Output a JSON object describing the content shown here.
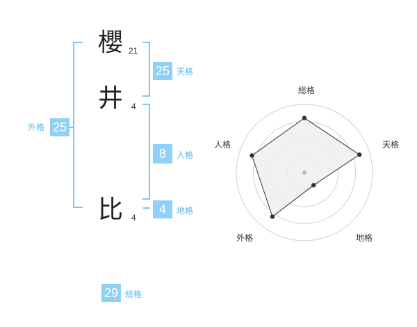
{
  "name": {
    "chars": [
      {
        "char": "櫻",
        "strokes": "21"
      },
      {
        "char": "井",
        "strokes": "4"
      },
      {
        "char": "比",
        "strokes": "4"
      }
    ]
  },
  "kaku": {
    "tenkaku": {
      "value": "25",
      "label": "天格"
    },
    "jinkaku": {
      "value": "8",
      "label": "人格"
    },
    "chikaku": {
      "value": "4",
      "label": "地格"
    },
    "gaikaku": {
      "value": "25",
      "label": "外格"
    },
    "soukaku": {
      "value": "29",
      "label": "総格"
    }
  },
  "chart_data": {
    "type": "radar",
    "axes": [
      "総格",
      "天格",
      "地格",
      "外格",
      "人格"
    ],
    "values": [
      0.8,
      0.85,
      0.23,
      0.8,
      0.81
    ],
    "range": [
      0,
      1
    ],
    "rings": 4,
    "colors": {
      "fill": "#eeeeee",
      "ring": "#cfcfcf",
      "line": "#333333",
      "point": "#333333",
      "center": "#bbbbbb"
    }
  },
  "colors": {
    "accent": "#8fd0f6",
    "accent_text": "#5ab8ec",
    "bracket": "#7cc7f2"
  }
}
